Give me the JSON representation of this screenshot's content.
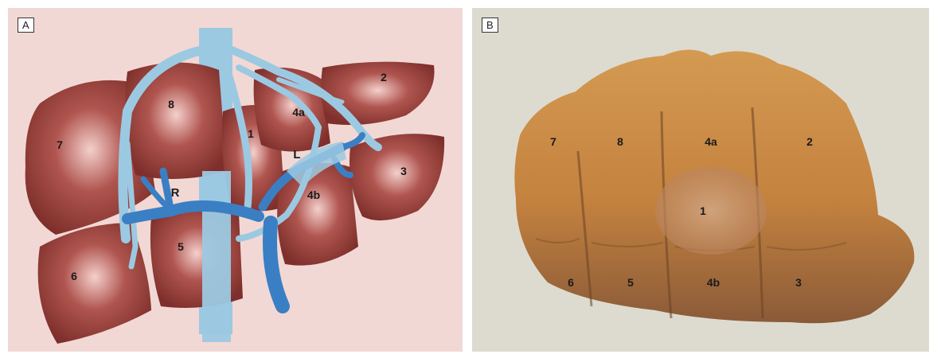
{
  "panel_a": {
    "tag": "A",
    "segments": {
      "s1": "1",
      "s2": "2",
      "s3": "3",
      "s4a": "4a",
      "s4b": "4b",
      "s5": "5",
      "s6": "6",
      "s7": "7",
      "s8": "8"
    },
    "vessels": {
      "right_portal": "R",
      "left_portal": "L"
    }
  },
  "panel_b": {
    "tag": "B",
    "segments": {
      "s1": "1",
      "s2": "2",
      "s3": "3",
      "s4a": "4a",
      "s4b": "4b",
      "s5": "5",
      "s6": "6",
      "s7": "7",
      "s8": "8"
    }
  },
  "colors": {
    "panel_a_bg": "#f2d8d4",
    "panel_b_bg": "#dddbd0",
    "liver": "#8e3a36",
    "hepatic_vein": "#9cc9e2",
    "portal_vein": "#3a7fc4",
    "skin": "#c98a45"
  }
}
